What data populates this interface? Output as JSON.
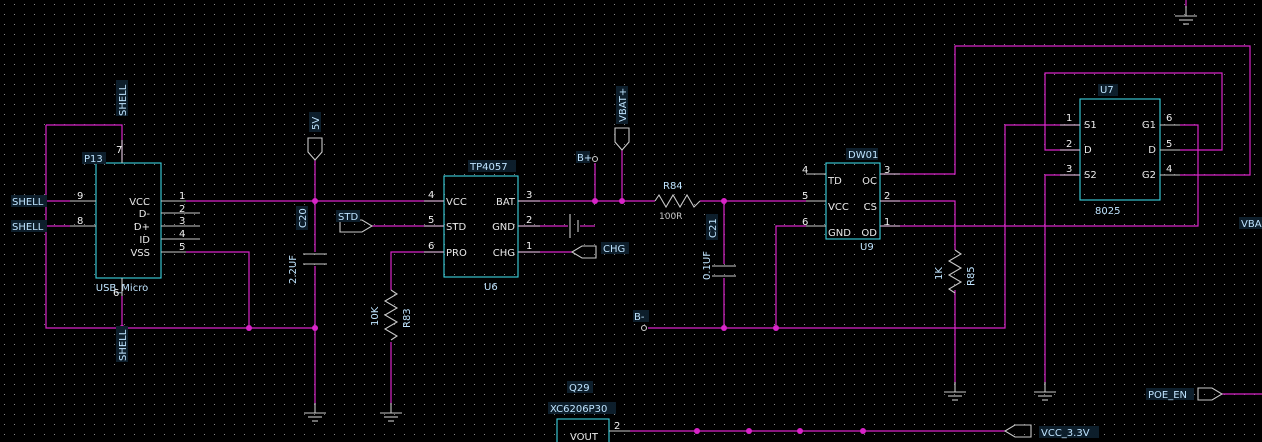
{
  "colors": {
    "background": "#000000",
    "wire": "#d824c8",
    "part": "#c8c8c8",
    "box": "#3bd3e0",
    "label_text": "#bfe4ff"
  },
  "icons": [
    "ground-icon",
    "power-port-icon",
    "net-port-icon",
    "resistor-icon",
    "capacitor-icon",
    "battery-icon"
  ],
  "p13": {
    "ref": "P13",
    "value": "USB_Micro",
    "pins_right": [
      "VCC",
      "D-",
      "D+",
      "ID",
      "VSS"
    ],
    "nums_right": [
      "1",
      "2",
      "3",
      "4",
      "5"
    ],
    "num_top": "7",
    "num_bottom": "6",
    "num_left1": "9",
    "num_left2": "8"
  },
  "u6": {
    "ref": "U6",
    "value": "TP4057",
    "pins_left": [
      "VCC",
      "STD",
      "PRO"
    ],
    "nums_left": [
      "4",
      "5",
      "6"
    ],
    "pins_right": [
      "BAT",
      "GND",
      "CHG"
    ],
    "nums_right": [
      "3",
      "2",
      "1"
    ]
  },
  "u9": {
    "ref": "U9",
    "value": "DW01",
    "pins_left": [
      "TD",
      "VCC",
      "GND"
    ],
    "nums_left": [
      "4",
      "5",
      "6"
    ],
    "pins_right": [
      "OC",
      "CS",
      "OD"
    ],
    "nums_right": [
      "3",
      "2",
      "1"
    ]
  },
  "u7": {
    "ref": "U7",
    "value": "8025",
    "pins_left": [
      "S1",
      "D",
      "S2"
    ],
    "nums_left": [
      "1",
      "2",
      "3"
    ],
    "pins_right": [
      "G1",
      "D",
      "G2"
    ],
    "nums_right": [
      "6",
      "5",
      "4"
    ]
  },
  "q29": {
    "ref": "Q29",
    "value": "XC6206P30",
    "pin": "VOUT",
    "num": "2"
  },
  "passives": {
    "c20": "C20",
    "c20_val": "2.2UF",
    "r83": "R83",
    "r83_val": "10K",
    "r84": "R84",
    "r84_val": "100R",
    "c21": "C21",
    "c21_val": "0.1UF",
    "r85": "R85",
    "r85_val": "1K"
  },
  "nets": {
    "shell": "SHELL",
    "five_v": "5V",
    "std": "STD",
    "chg": "CHG",
    "b_plus": "B+",
    "b_minus": "B-",
    "vbat_plus": "VBAT+",
    "vba_clip": "VBA",
    "poe_en": "POE_EN",
    "vcc33": "VCC_3.3V"
  }
}
